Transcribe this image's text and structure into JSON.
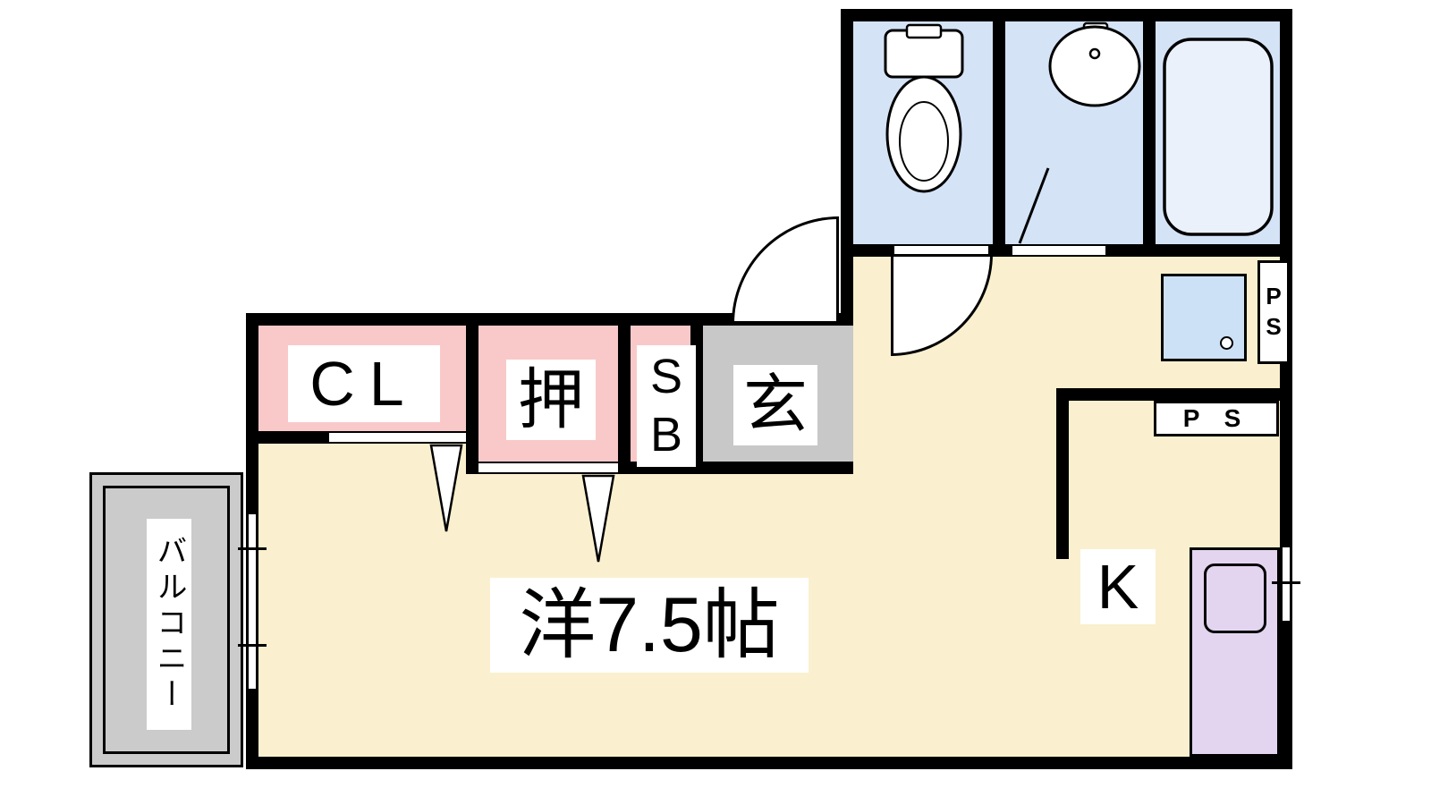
{
  "floorplan": {
    "rooms": {
      "main_room": {
        "label": "洋7.5帖"
      },
      "kitchen": {
        "label": "K"
      },
      "closet_cl": {
        "label": "CL"
      },
      "closet_oshiire": {
        "label": "押"
      },
      "shoe_box": {
        "label": "SB",
        "line1": "S",
        "line2": "B"
      },
      "entrance": {
        "label": "玄"
      },
      "balcony": {
        "label": "バルコニー"
      },
      "pipe_space_right": {
        "label": "PS",
        "line1": "P",
        "line2": "S"
      },
      "pipe_space_lower": {
        "label": "P S"
      }
    },
    "colors": {
      "room_cream": "#FAF0CF",
      "closet_pink": "#F9C9C9",
      "wet_area_blue": "#D5E3F6",
      "entrance_gray": "#C8C8C8",
      "balcony_gray": "#CBCBCB",
      "kitchen_unit_purple": "#E3D5F0",
      "washer_pan_blue": "#CCE0F6",
      "bathtub_fill": "#EAF1FB",
      "wall": "#000000"
    },
    "fixtures": [
      "toilet",
      "wash-basin",
      "bathtub",
      "washing-machine-pan",
      "kitchen-sink",
      "entry-door-swing",
      "wc-door-swing",
      "washroom-door-leaf",
      "closet-door-marker"
    ]
  }
}
